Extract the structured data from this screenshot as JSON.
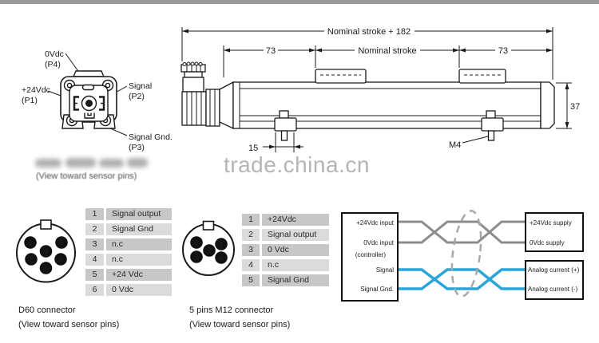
{
  "watermark": "trade.china.cn",
  "din_pinout": {
    "pins": [
      {
        "name": "0Vdc",
        "ref": "(P4)"
      },
      {
        "name": "+24Vdc",
        "ref": "(P1)"
      },
      {
        "name": "Signal",
        "ref": "(P2)"
      },
      {
        "name": "Signal Gnd.",
        "ref": "(P3)"
      }
    ],
    "caption": "(View toward sensor pins)"
  },
  "dimensions": {
    "overall": "Nominal stroke + 182",
    "left_offset": "73",
    "stroke": "Nominal stroke",
    "right_offset": "73",
    "height": "37",
    "clamp_width": "15",
    "thread": "M4"
  },
  "d60": {
    "title": "D60 connector",
    "caption": "(View toward sensor pins)",
    "pin_numbers": [
      "1",
      "2",
      "3",
      "4",
      "5",
      "6"
    ],
    "rows": [
      [
        "1",
        "Signal output"
      ],
      [
        "2",
        "Signal Gnd"
      ],
      [
        "3",
        "n.c"
      ],
      [
        "4",
        "n.c"
      ],
      [
        "5",
        "+24 Vdc"
      ],
      [
        "6",
        "0 Vdc"
      ]
    ]
  },
  "m12": {
    "title": "5 pins M12 connector",
    "caption": "(View toward sensor pins)",
    "pin_numbers": [
      "1",
      "2",
      "3",
      "4",
      "5"
    ],
    "rows": [
      [
        "1",
        "+24Vdc"
      ],
      [
        "2",
        "Signal output"
      ],
      [
        "3",
        "0 Vdc"
      ],
      [
        "4",
        "n.c"
      ],
      [
        "5",
        "Signal Gnd"
      ]
    ]
  },
  "wiring": {
    "left_box": [
      "+24Vdc input",
      "0Vdc input",
      "(controller)",
      "Signal",
      "Signal Gnd."
    ],
    "power_box": [
      "+24Vdc supply",
      "0Vdc supply"
    ],
    "analog_box": [
      "Analog current (+)",
      "Analog current (-)"
    ],
    "colors": {
      "power_wire": "#8c8c8c",
      "signal_wire": "#29a5dc",
      "shield": "#a8a8a8"
    }
  }
}
